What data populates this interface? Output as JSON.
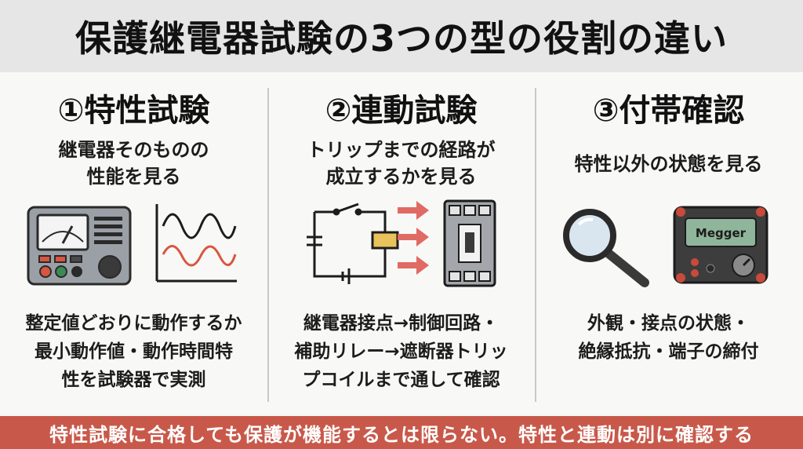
{
  "title": "保護継電器試験の3つの型の役割の違い",
  "columns": [
    {
      "heading": "①特性試験",
      "subtitle_lines": [
        "継電器そのものの",
        "性能を見る"
      ],
      "description_lines": [
        "整定値どおりに動作するか",
        "最小動作値・動作時間特",
        "性を試験器で実測"
      ]
    },
    {
      "heading": "②連動試験",
      "subtitle_lines": [
        "トリップまでの経路が",
        "成立するかを見る"
      ],
      "description_lines": [
        "継電器接点→制御回路・",
        "補助リレー→遮断器トリッ",
        "プコイルまで通して確認"
      ]
    },
    {
      "heading": "③付帯確認",
      "subtitle_lines": [
        "特性以外の状態を見る"
      ],
      "description_lines": [
        "外観・接点の状態・",
        "絶縁抵抗・端子の締付"
      ]
    }
  ],
  "megger_label": "Megger",
  "footer": "特性試験に合格しても保護が機能するとは限らない。特性と連動は別に確認する",
  "colors": {
    "footer_bg": "#c8594a",
    "arrow": "#e06a64",
    "relay_coil": "#e8c25a",
    "wave_black": "#1c1c1c",
    "wave_red": "#d9553f",
    "device_body": "#9aa0a6",
    "screen_green": "#8fb59a"
  }
}
